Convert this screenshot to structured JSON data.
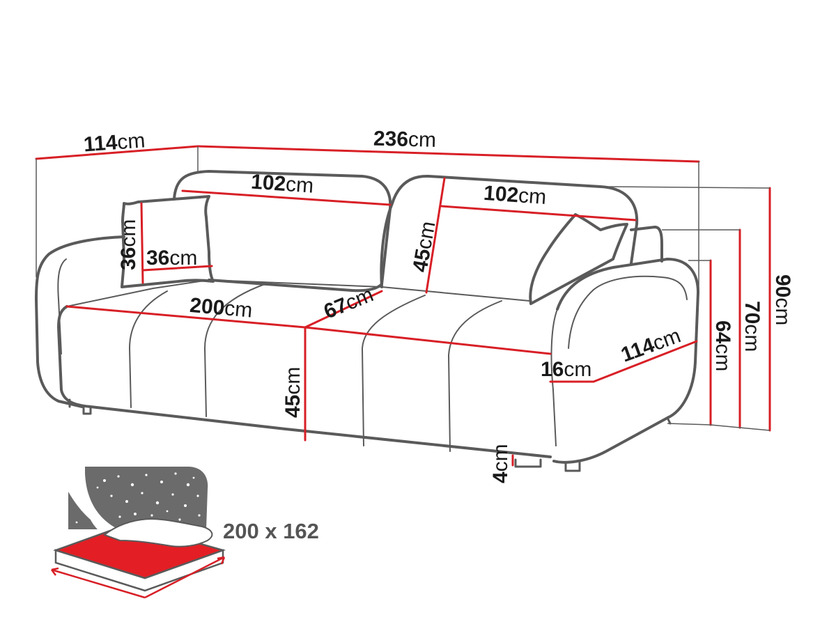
{
  "colors": {
    "outline": "#5a5a5a",
    "dimension_line": "#d81f26",
    "bed_red": "#e31e24",
    "night_sky": "#6b6b6b",
    "text": "#1a1a1a"
  },
  "dimensions": {
    "depth_top": {
      "num": "114",
      "unit": "cm"
    },
    "width_total": {
      "num": "236",
      "unit": "cm"
    },
    "backrest_left": {
      "num": "102",
      "unit": "cm"
    },
    "backrest_right": {
      "num": "102",
      "unit": "cm"
    },
    "pillow_height": {
      "num": "36",
      "unit": "cm"
    },
    "pillow_width": {
      "num": "36",
      "unit": "cm"
    },
    "backrest_height": {
      "num": "45",
      "unit": "cm"
    },
    "seat_width": {
      "num": "200",
      "unit": "cm"
    },
    "seat_depth": {
      "num": "67",
      "unit": "cm"
    },
    "seat_height": {
      "num": "45",
      "unit": "cm"
    },
    "armrest_width": {
      "num": "16",
      "unit": "cm"
    },
    "armrest_depth": {
      "num": "114",
      "unit": "cm"
    },
    "leg_height": {
      "num": "4",
      "unit": "cm"
    },
    "armrest_height": {
      "num": "64",
      "unit": "cm"
    },
    "back_height": {
      "num": "70",
      "unit": "cm"
    },
    "total_height": {
      "num": "90",
      "unit": "cm"
    }
  },
  "bed": {
    "label": "200 x 162",
    "icon": "sofa-bed-sleep-icon"
  }
}
